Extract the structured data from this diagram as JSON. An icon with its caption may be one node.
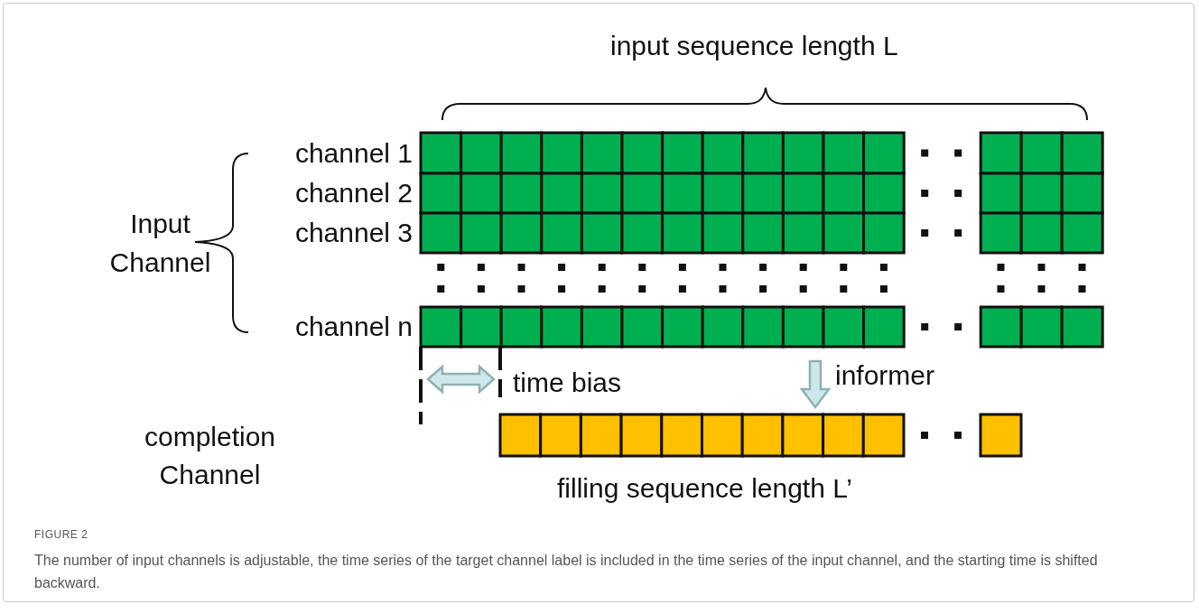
{
  "diagram": {
    "title": "FIGURE 2",
    "caption": "The number of input channels is adjustable, the time series of the target channel label is included in the time series of the input channel, and the starting time is shifted backward.",
    "nodes": [
      {
        "text": [],
        "shape": "bar",
        "beside": [
          "channel 1"
        ]
      },
      {
        "text": [],
        "shape": "bar",
        "beside": [
          "channel 2"
        ]
      },
      {
        "text": [],
        "shape": "bar",
        "beside": [
          "channel 3"
        ]
      },
      {
        "text": [],
        "shape": "bar",
        "beside": [
          "channel n"
        ]
      },
      {
        "text": [],
        "shape": "bar",
        "beside": [
          "filling sequence length L’"
        ]
      }
    ],
    "edges": [
      {
        "from": 3,
        "to": 4,
        "arrow": "to",
        "label": "informer"
      }
    ],
    "labels": [
      "input sequence length L",
      "Input Channel",
      "time bias",
      "completion Channel"
    ]
  }
}
